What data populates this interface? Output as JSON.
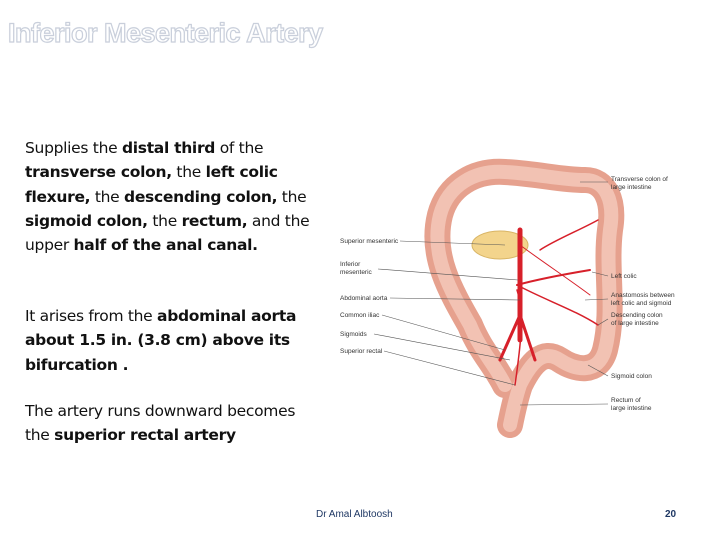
{
  "slide": {
    "title": "Inferior Mesenteric Artery",
    "para1": [
      {
        "t": "Supplies the ",
        "b": false
      },
      {
        "t": "distal third",
        "b": true
      },
      {
        "t": " of the ",
        "b": false
      },
      {
        "t": "transverse colon,",
        "b": true
      },
      {
        "t": " the ",
        "b": false
      },
      {
        "t": "left colic flexure,",
        "b": true
      },
      {
        "t": " the ",
        "b": false
      },
      {
        "t": "descending colon,",
        "b": true
      },
      {
        "t": " the ",
        "b": false
      },
      {
        "t": "sigmoid colon,",
        "b": true
      },
      {
        "t": " the ",
        "b": false
      },
      {
        "t": "rectum,",
        "b": true
      },
      {
        "t": " and the upper ",
        "b": false
      },
      {
        "t": "half of the anal canal.",
        "b": true
      }
    ],
    "para2": [
      {
        "t": "It arises from the ",
        "b": false
      },
      {
        "t": "abdominal aorta about 1.5 in. (3.8 cm) above its bifurcation .",
        "b": true
      }
    ],
    "para3": [
      {
        "t": "The artery runs downward becomes the ",
        "b": false
      },
      {
        "t": "superior rectal artery",
        "b": true
      }
    ]
  },
  "figure": {
    "labels_left": [
      "Superior mesenteric",
      "Inferior",
      "mesenteric",
      "Abdominal aorta",
      "Common iliac",
      "Sigmoids",
      "Superior rectal"
    ],
    "labels_right": [
      "Transverse colon of",
      "large intestine",
      "Left colic",
      "Anastomosis between",
      "left colic and sigmoid",
      "Descending colon",
      "of large intestine",
      "Sigmoid colon",
      "Rectum of",
      "large intestine"
    ]
  },
  "footer": {
    "author": "Dr Amal Albtoosh",
    "page": "20"
  },
  "colors": {
    "title_outline": "#c9cfdb",
    "colon": "#e8a08f",
    "artery": "#d7202a",
    "footer": "#1f3864"
  }
}
